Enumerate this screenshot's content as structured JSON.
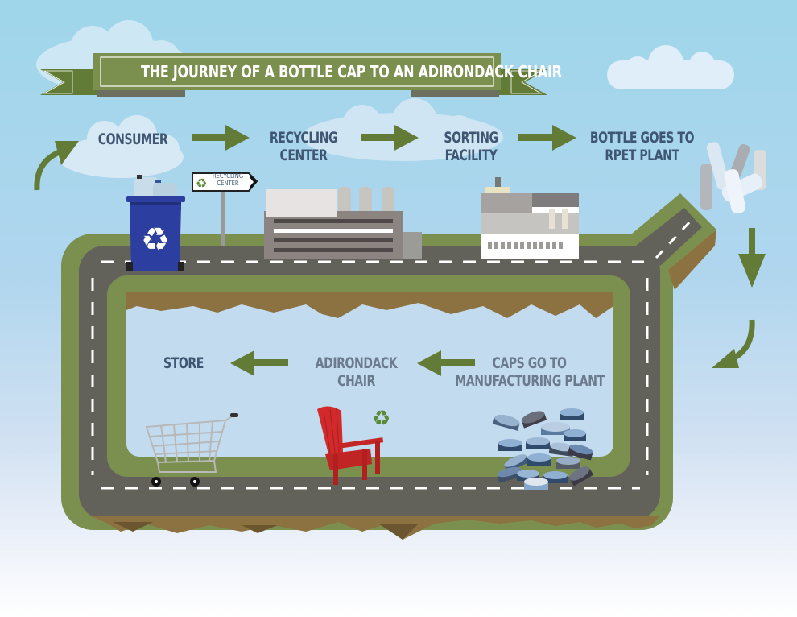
{
  "title": "THE JOURNEY OF A BOTTLE CAP TO AN ADIRONDACK CHAIR",
  "colors": {
    "sky_top": "#9fd6ea",
    "banner_green": "#7b8f4e",
    "ribbon_green": "#627c38",
    "arrow_green": "#627c38",
    "grass_green": "#7b8f4e",
    "road_grey": "#63625a",
    "dirt_brown": "#8b7240",
    "label_text": "#3f5672",
    "bin_blue": "#2c3fa0"
  },
  "steps": {
    "consumer": {
      "line1": "CONSUMER",
      "line2": ""
    },
    "recycling_center": {
      "line1": "RECYCLING",
      "line2": "CENTER"
    },
    "sorting_facility": {
      "line1": "SORTING",
      "line2": "FACILITY"
    },
    "rpet_plant": {
      "line1": "BOTTLE GOES TO",
      "line2": "RPET PLANT"
    },
    "manufacturing": {
      "line1": "CAPS GO TO",
      "line2": "MANUFACTURING PLANT"
    },
    "chair": {
      "line1": "ADIRONDACK",
      "line2": "CHAIR"
    },
    "store": {
      "line1": "STORE",
      "line2": ""
    }
  },
  "sign": {
    "line1": "RECYCLING",
    "line2": "CENTER"
  },
  "icons": [
    "recycle-icon",
    "right-arrow-icon",
    "left-arrow-icon",
    "down-arrow-icon",
    "curved-arrow-icon",
    "shopping-cart-icon",
    "adirondack-chair-icon",
    "bottle-caps-icon",
    "recycling-bin-icon",
    "factory-icon",
    "bottles-icon"
  ]
}
